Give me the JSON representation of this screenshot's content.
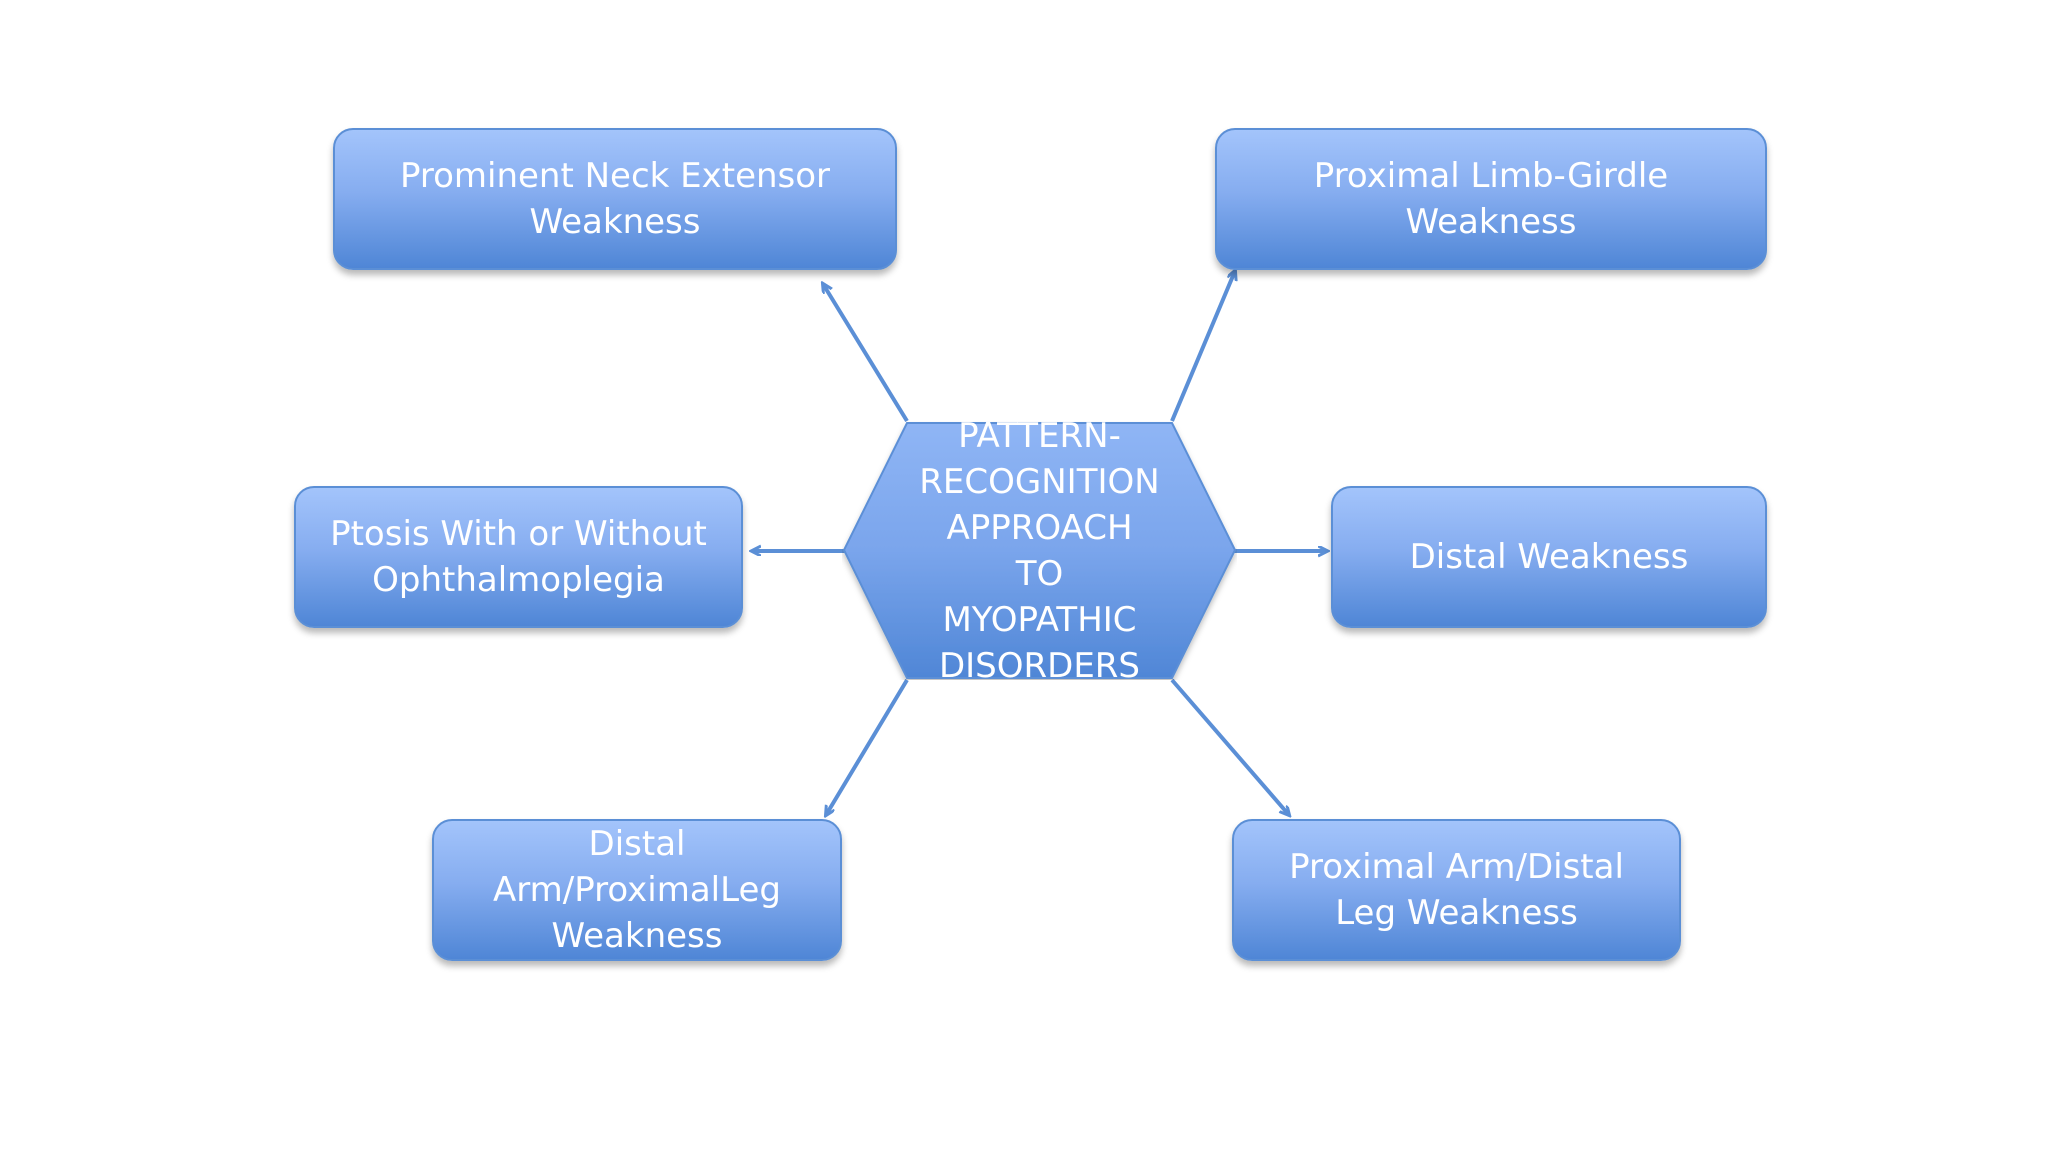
{
  "diagram": {
    "center": {
      "label": "PATTERN- RECOGNITION APPROACH TO MYOPATHIC DISORDERS"
    },
    "nodes": {
      "neck_extensor": "Prominent Neck Extensor Weakness",
      "limb_girdle": "Proximal Limb-Girdle Weakness",
      "ptosis": "Ptosis With or Without Ophthalmoplegia",
      "distal": "Distal Weakness",
      "distal_arm_proximal_leg": "Distal Arm/ProximalLeg Weakness",
      "proximal_arm_distal_leg": "Proximal Arm/Distal Leg Weakness"
    },
    "colors": {
      "box_top": "#a3c4fb",
      "box_bottom": "#4f86d6",
      "border": "#5b8fd6",
      "arrow": "#5b8fd6",
      "text": "#ffffff"
    }
  }
}
